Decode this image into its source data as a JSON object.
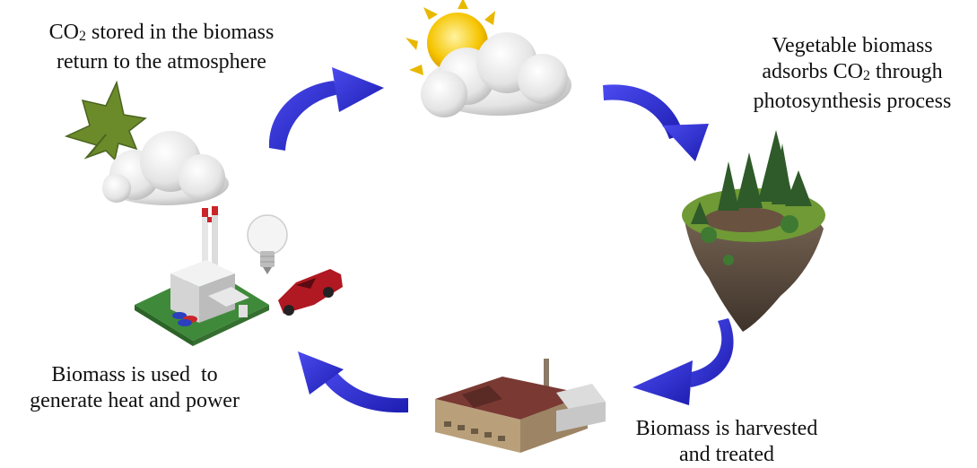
{
  "captions": {
    "return_line1_pre": "CO",
    "return_line1_sub": "2",
    "return_line1_post": " stored in the biomass",
    "return_line2": "return to the atmosphere",
    "adsorb_line1": "Vegetable biomass",
    "adsorb_line2_pre": "adsorbs CO",
    "adsorb_line2_sub": "2",
    "adsorb_line2_post": " through",
    "adsorb_line3": "photosynthesis process",
    "harvest_line1": "Biomass is harvested",
    "harvest_line2": "and treated",
    "used_line1": "Biomass is used  to",
    "used_line2": "generate heat and power"
  },
  "colors": {
    "arrow": "#2b2bd6",
    "cloud": "#eeeeee",
    "sun": "#f5c400",
    "leaf": "#6b8a2a",
    "grass": "#5f8f2e",
    "rock": "#6b5a4a",
    "tree": "#2f5a2a",
    "car": "#b01822",
    "factory_roof": "#7a3a33",
    "plant_base": "#3f8a3a"
  },
  "icons": [
    "sun-cloud-icon",
    "forest-island-icon",
    "biomass-plant-icon",
    "power-station-icon",
    "light-bulb-icon",
    "car-icon",
    "leaf-icon",
    "cloud-icon"
  ]
}
